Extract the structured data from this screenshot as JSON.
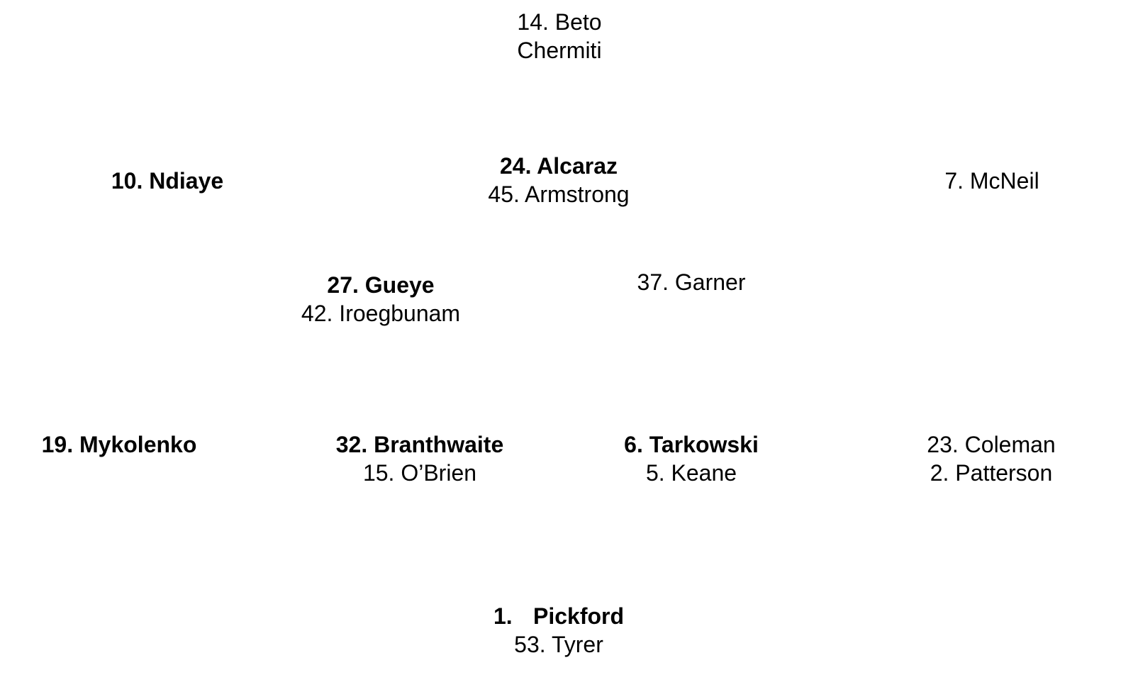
{
  "lineup": {
    "striker": {
      "lines": [
        {
          "text": "14. Beto",
          "bold": false
        },
        {
          "text": "Chermiti",
          "bold": false
        }
      ]
    },
    "left_wing": {
      "lines": [
        {
          "text": "10. Ndiaye",
          "bold": true
        }
      ]
    },
    "attacking_mid": {
      "lines": [
        {
          "text": "24. Alcaraz",
          "bold": true
        },
        {
          "text": "45. Armstrong",
          "bold": false
        }
      ]
    },
    "right_wing": {
      "lines": [
        {
          "text": "7. McNeil",
          "bold": false
        }
      ]
    },
    "left_center_mid": {
      "lines": [
        {
          "text": "27. Gueye",
          "bold": true
        },
        {
          "text": "42. Iroegbunam",
          "bold": false
        }
      ]
    },
    "right_center_mid": {
      "lines": [
        {
          "text": "37. Garner",
          "bold": false
        }
      ]
    },
    "left_back": {
      "lines": [
        {
          "text": "19. Mykolenko",
          "bold": true
        }
      ]
    },
    "left_center_back": {
      "lines": [
        {
          "text": "32. Branthwaite",
          "bold": true
        },
        {
          "text": "15. O’Brien",
          "bold": false
        }
      ]
    },
    "right_center_back": {
      "lines": [
        {
          "text": "6. Tarkowski",
          "bold": true
        },
        {
          "text": "5. Keane",
          "bold": false
        }
      ]
    },
    "right_back": {
      "lines": [
        {
          "text": "23. Coleman",
          "bold": false
        },
        {
          "text": "2. Patterson",
          "bold": false
        }
      ]
    },
    "goalkeeper": {
      "number": "1.",
      "name": "Pickford",
      "backup": "53. Tyrer"
    }
  }
}
